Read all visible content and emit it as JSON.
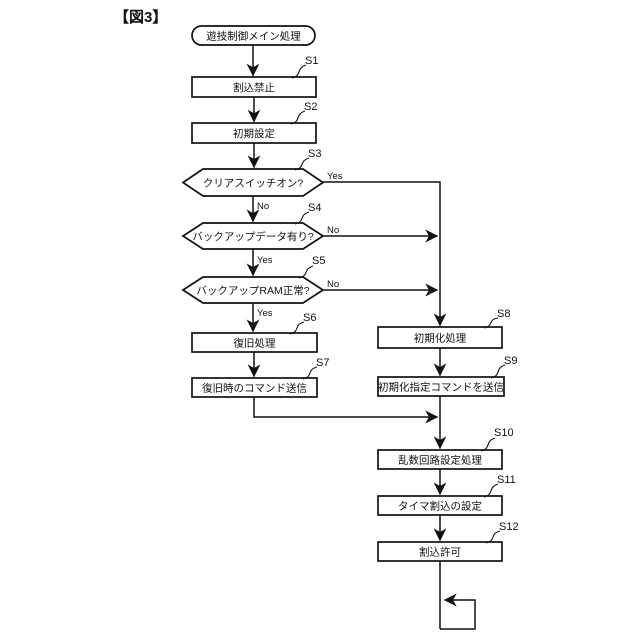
{
  "title": "【図3】",
  "flowchart": {
    "background": "#ffffff",
    "line_color": "#111111",
    "start": {
      "label": "遊技制御メイン処理"
    },
    "nodes": {
      "s1": {
        "step": "S1",
        "type": "process",
        "label": "割込禁止"
      },
      "s2": {
        "step": "S2",
        "type": "process",
        "label": "初期設定"
      },
      "s3": {
        "step": "S3",
        "type": "decision",
        "label": "クリアスイッチオン?",
        "right_branch": "Yes",
        "down_branch": "No"
      },
      "s4": {
        "step": "S4",
        "type": "decision",
        "label": "バックアップデータ有り?",
        "right_branch": "No",
        "down_branch": "Yes"
      },
      "s5": {
        "step": "S5",
        "type": "decision",
        "label": "バックアップRAM正常?",
        "right_branch": "No",
        "down_branch": "Yes"
      },
      "s6": {
        "step": "S6",
        "type": "process",
        "label": "復旧処理"
      },
      "s7": {
        "step": "S7",
        "type": "process",
        "label": "復旧時のコマンド送信"
      },
      "s8": {
        "step": "S8",
        "type": "process",
        "label": "初期化処理"
      },
      "s9": {
        "step": "S9",
        "type": "process",
        "label": "初期化指定コマンドを送信"
      },
      "s10": {
        "step": "S10",
        "type": "process",
        "label": "乱数回路設定処理"
      },
      "s11": {
        "step": "S11",
        "type": "process",
        "label": "タイマ割込の設定"
      },
      "s12": {
        "step": "S12",
        "type": "process",
        "label": "割込許可"
      }
    }
  }
}
